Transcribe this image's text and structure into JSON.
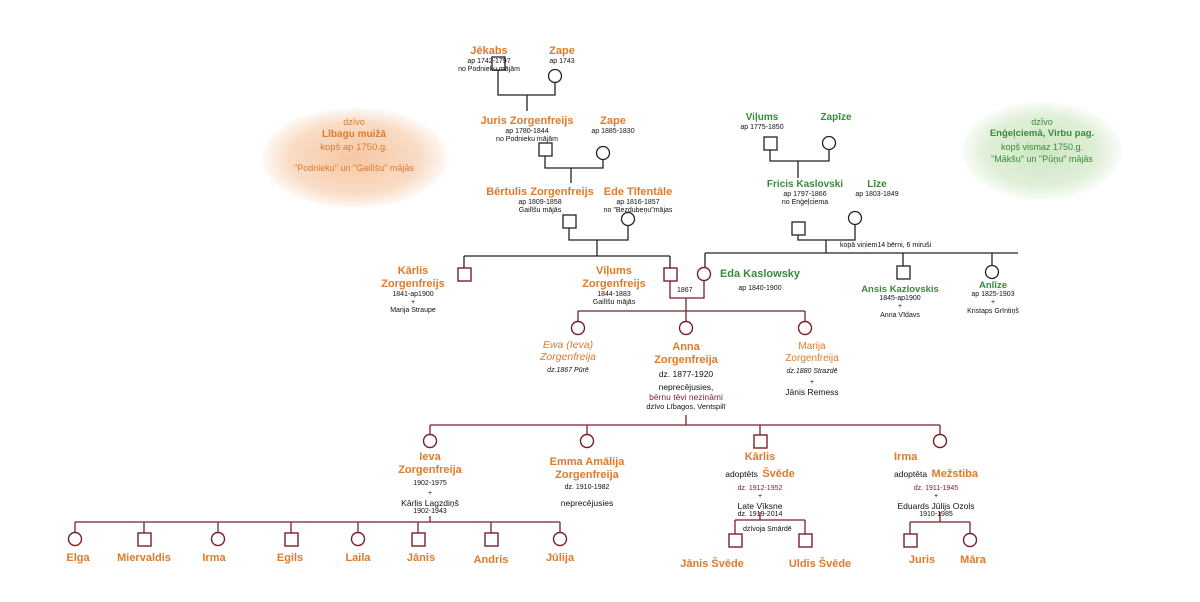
{
  "left_box": {
    "l1": "dzīvo",
    "l2": "Lībagu muižā",
    "l3": "kopš ap 1750.g.",
    "l4": "\"Podnieku\" un \"Gailīšu\" mājās"
  },
  "right_box": {
    "l1": "dzīvo",
    "l2": "Enģeļciemā, Virbu pag.",
    "l3": "kopš vismaz 1750.g.",
    "l4": "\"Mākšu\" un \"Pūņu\" mājās"
  },
  "colors": {
    "orange": "#e07a2a",
    "green": "#3a8a3a",
    "wine": "#7a1f2b",
    "dark": "#222222"
  },
  "persons": {
    "jekabs": {
      "name": "Jēkabs",
      "l1": "ap 1742-1797",
      "l2": "no Podnieku mājām"
    },
    "zape1": {
      "name": "Zape",
      "l1": "ap 1743"
    },
    "juris": {
      "name": "Juris Zorgenfreijs",
      "l1": "ap 1780-1844",
      "l2": "no Podnieku mājām"
    },
    "zape2": {
      "name": "Zape",
      "l1": "ap 1885-1830"
    },
    "bertulis": {
      "name": "Bērtulis Zorgenfreijs",
      "l1": "ap 1809-1858",
      "l2": "Gailīšu mājās"
    },
    "ede": {
      "name": "Ede Tīfentāle",
      "l1": "ap 1816-1857",
      "l2": "no \"Bezdubeņu\"mājas"
    },
    "vilums_g": {
      "name": "Viļums",
      "l1": "ap 1775-1850"
    },
    "zapize": {
      "name": "Zapīze"
    },
    "fricis": {
      "name": "Fricis Kaslovski",
      "l1": "ap 1797-1866",
      "l2": "no Enģeļciema"
    },
    "lize": {
      "name": "Līze",
      "l1": "ap 1803-1849"
    },
    "karlis1": {
      "name1": "Kārlis",
      "name2": "Zorgenfreijs",
      "l1": "1841-ap1900",
      "l2": "+",
      "l3": "Marija Straupe"
    },
    "vilums_z": {
      "name1": "Viļums",
      "name2": "Zorgenfreijs",
      "l1": "1844-1883",
      "l2": "Gailīšu mājās"
    },
    "eda": {
      "name": "Eda Kaslowsky",
      "l1": "ap 1840-1900"
    },
    "ansis": {
      "name": "Ansis Kazlovskis",
      "l1": "1845-ap1900",
      "l2": "+",
      "l3": "Anna Vīdavs"
    },
    "anlize": {
      "name": "Anlīze",
      "l1": "ap 1825-1903",
      "l2": "+",
      "l3": "Kristaps Grīntiņš"
    },
    "ewa": {
      "name1": "Ewa (Ieva)",
      "name2": "Zorgenfreija",
      "l1": "dz.1867 Pūrē"
    },
    "anna": {
      "name1": "Anna",
      "name2": "Zorgenfreija",
      "l1": "dz. 1877-1920",
      "l2": "neprecējusies,",
      "l3": "bērnu tēvi nezināmi",
      "l4": "dzīvo Lībagos, Ventspilī"
    },
    "marija": {
      "name1": "Marija",
      "name2": "Zorgenfreija",
      "l1": "dz.1880 Strazdē",
      "l2": "+",
      "l3": "Jānis Remess"
    },
    "ieva": {
      "name1": "Ieva",
      "name2": "Zorgenfreija",
      "l1": "1902-1975",
      "l2": "+",
      "l3": "Kārlis Lagzdiņš",
      "l4": "1902-1943"
    },
    "emma": {
      "name1": "Emma Amālija",
      "name2": "Zorgenfreija",
      "l1": "dz. 1910-1982",
      "l2": "neprecējusies"
    },
    "karlis2": {
      "name1": "Kārlis",
      "pre": "adoptēts",
      "name2": "Švēde",
      "l1": "dz. 1912-1952",
      "l2": "+",
      "l3": "Late Vīksne",
      "l4": "dz. 1919-2014"
    },
    "irma1": {
      "name1": "Irma",
      "pre": "adoptēta",
      "name2": "Mežstiba",
      "l1": "dz. 1911-1945",
      "l2": "+",
      "l3": "Eduards Jūlijs Ozols",
      "l4": "1910-1985"
    }
  },
  "notes": {
    "kopa": "kopā viņiem14 bērni, 6 miruši",
    "marriage": "1867",
    "dzivoja": "dzīvoja Smārdē"
  },
  "grandchildren": [
    "Elga",
    "Miervaldis",
    "Irma",
    "Egils",
    "Laila",
    "Jānis",
    "Andris",
    "Jūlija"
  ],
  "sveede_children": [
    "Jānis Švēde",
    "Uldis Švēde"
  ],
  "ozols_children": [
    "Juris",
    "Māra"
  ]
}
